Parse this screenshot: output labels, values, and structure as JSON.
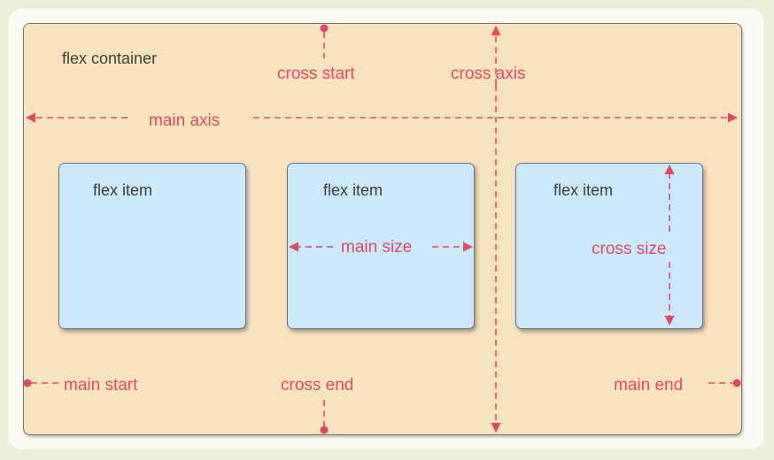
{
  "diagram": {
    "container_label": "flex container",
    "items": [
      {
        "label": "flex item"
      },
      {
        "label": "flex item"
      },
      {
        "label": "flex item"
      }
    ],
    "labels": {
      "main_axis": "main axis",
      "cross_axis": "cross axis",
      "cross_start": "cross start",
      "cross_end": "cross end",
      "main_start": "main start",
      "main_end": "main end",
      "main_size": "main size",
      "cross_size": "cross size"
    },
    "colors": {
      "annotation": "#e04868",
      "container_fill": "#f8e3bf",
      "item_fill": "#cce8fb",
      "background": "#eef1da"
    }
  }
}
